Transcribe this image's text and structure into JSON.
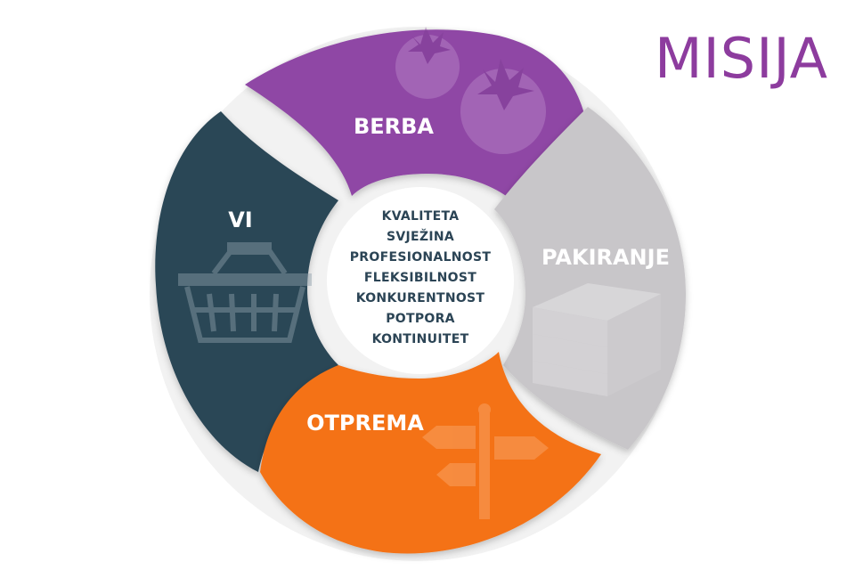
{
  "title": "MISIJA",
  "segments": {
    "berba": {
      "label": "BERBA",
      "color": "#8f46a5"
    },
    "pakiranje": {
      "label": "PAKIRANJE",
      "color": "#c8c6c9"
    },
    "otprema": {
      "label": "OTPREMA",
      "color": "#f47216"
    },
    "vi": {
      "label": "VI",
      "color": "#2c4656"
    }
  },
  "center": {
    "items": [
      "KVALITETA",
      "SVJEŽINA",
      "PROFESIONALNOST",
      "FLEKSIBILNOST",
      "KONKURENTNOST",
      "POTPORA",
      "KONTINUITET"
    ]
  },
  "icons": {
    "berba": "tomato-icon",
    "pakiranje": "crates-icon",
    "otprema": "signpost-icon",
    "vi": "basket-icon"
  }
}
